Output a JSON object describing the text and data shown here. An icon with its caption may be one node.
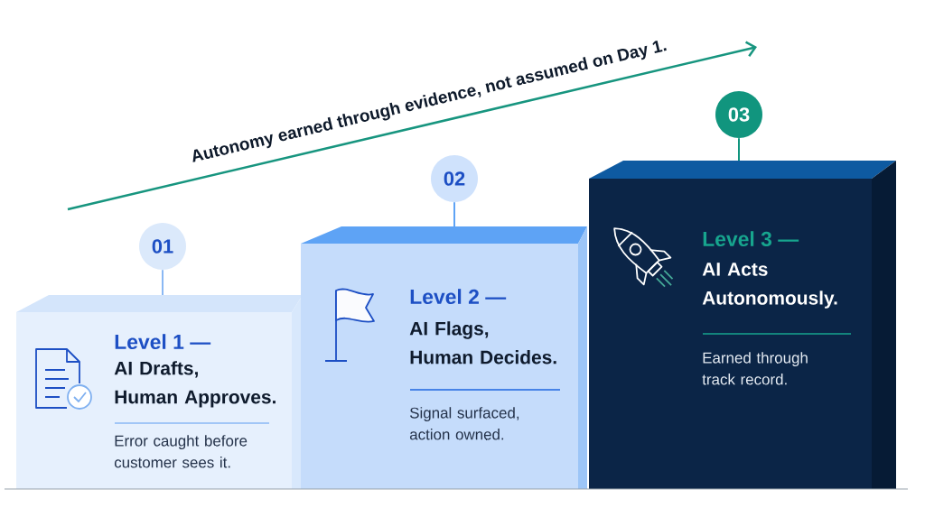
{
  "diagram": {
    "nodes": [
      {
        "text": [
          "01"
        ]
      },
      {
        "text": [
          "Level 1 —",
          "AI Drafts, Human Approves.",
          "Error caught before customer sees it."
        ]
      },
      {
        "text": [
          "02"
        ]
      },
      {
        "text": [
          "Level 2 —",
          "AI Flags, Human Decides.",
          "Signal surfaced, action owned."
        ]
      },
      {
        "text": [
          "03"
        ]
      },
      {
        "text": [
          "Level 3 —",
          "AI Acts Autonomously.",
          "Earned through track record."
        ]
      }
    ],
    "edges": [
      {
        "from": 0,
        "to": 1,
        "arrow": "none"
      },
      {
        "from": 2,
        "to": 3,
        "arrow": "none"
      },
      {
        "from": 4,
        "to": 5,
        "arrow": "none",
        "color": "#11957e"
      }
    ],
    "labels": [
      "Autonomy earned through evidence, not assumed on Day 1."
    ]
  }
}
